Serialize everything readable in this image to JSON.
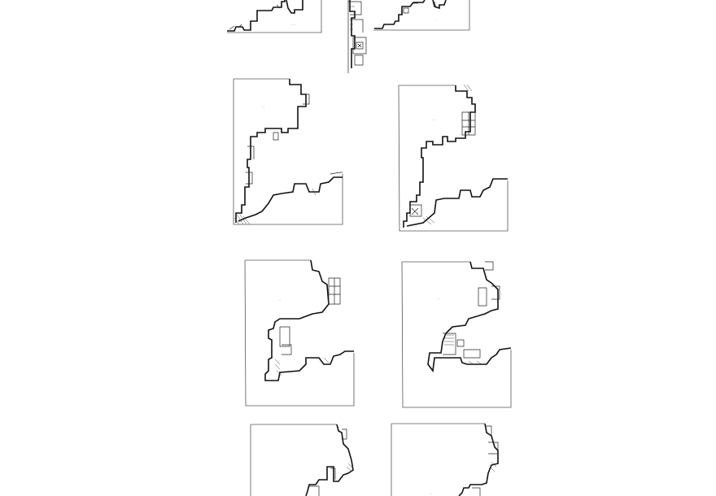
{
  "drawing": {
    "sheets": [
      {
        "id": "sheet-1",
        "label": "- - -"
      },
      {
        "id": "sheet-2",
        "label": "-"
      },
      {
        "id": "sheet-3",
        "label": "- -"
      },
      {
        "id": "sheet-4",
        "label": "- -"
      },
      {
        "id": "sheet-5",
        "label": "- -"
      },
      {
        "id": "sheet-6",
        "label": "- -"
      },
      {
        "id": "sheet-7",
        "label": "- -"
      },
      {
        "id": "sheet-8",
        "label": "- -"
      },
      {
        "id": "sheet-9",
        "label": "- - -"
      }
    ]
  }
}
